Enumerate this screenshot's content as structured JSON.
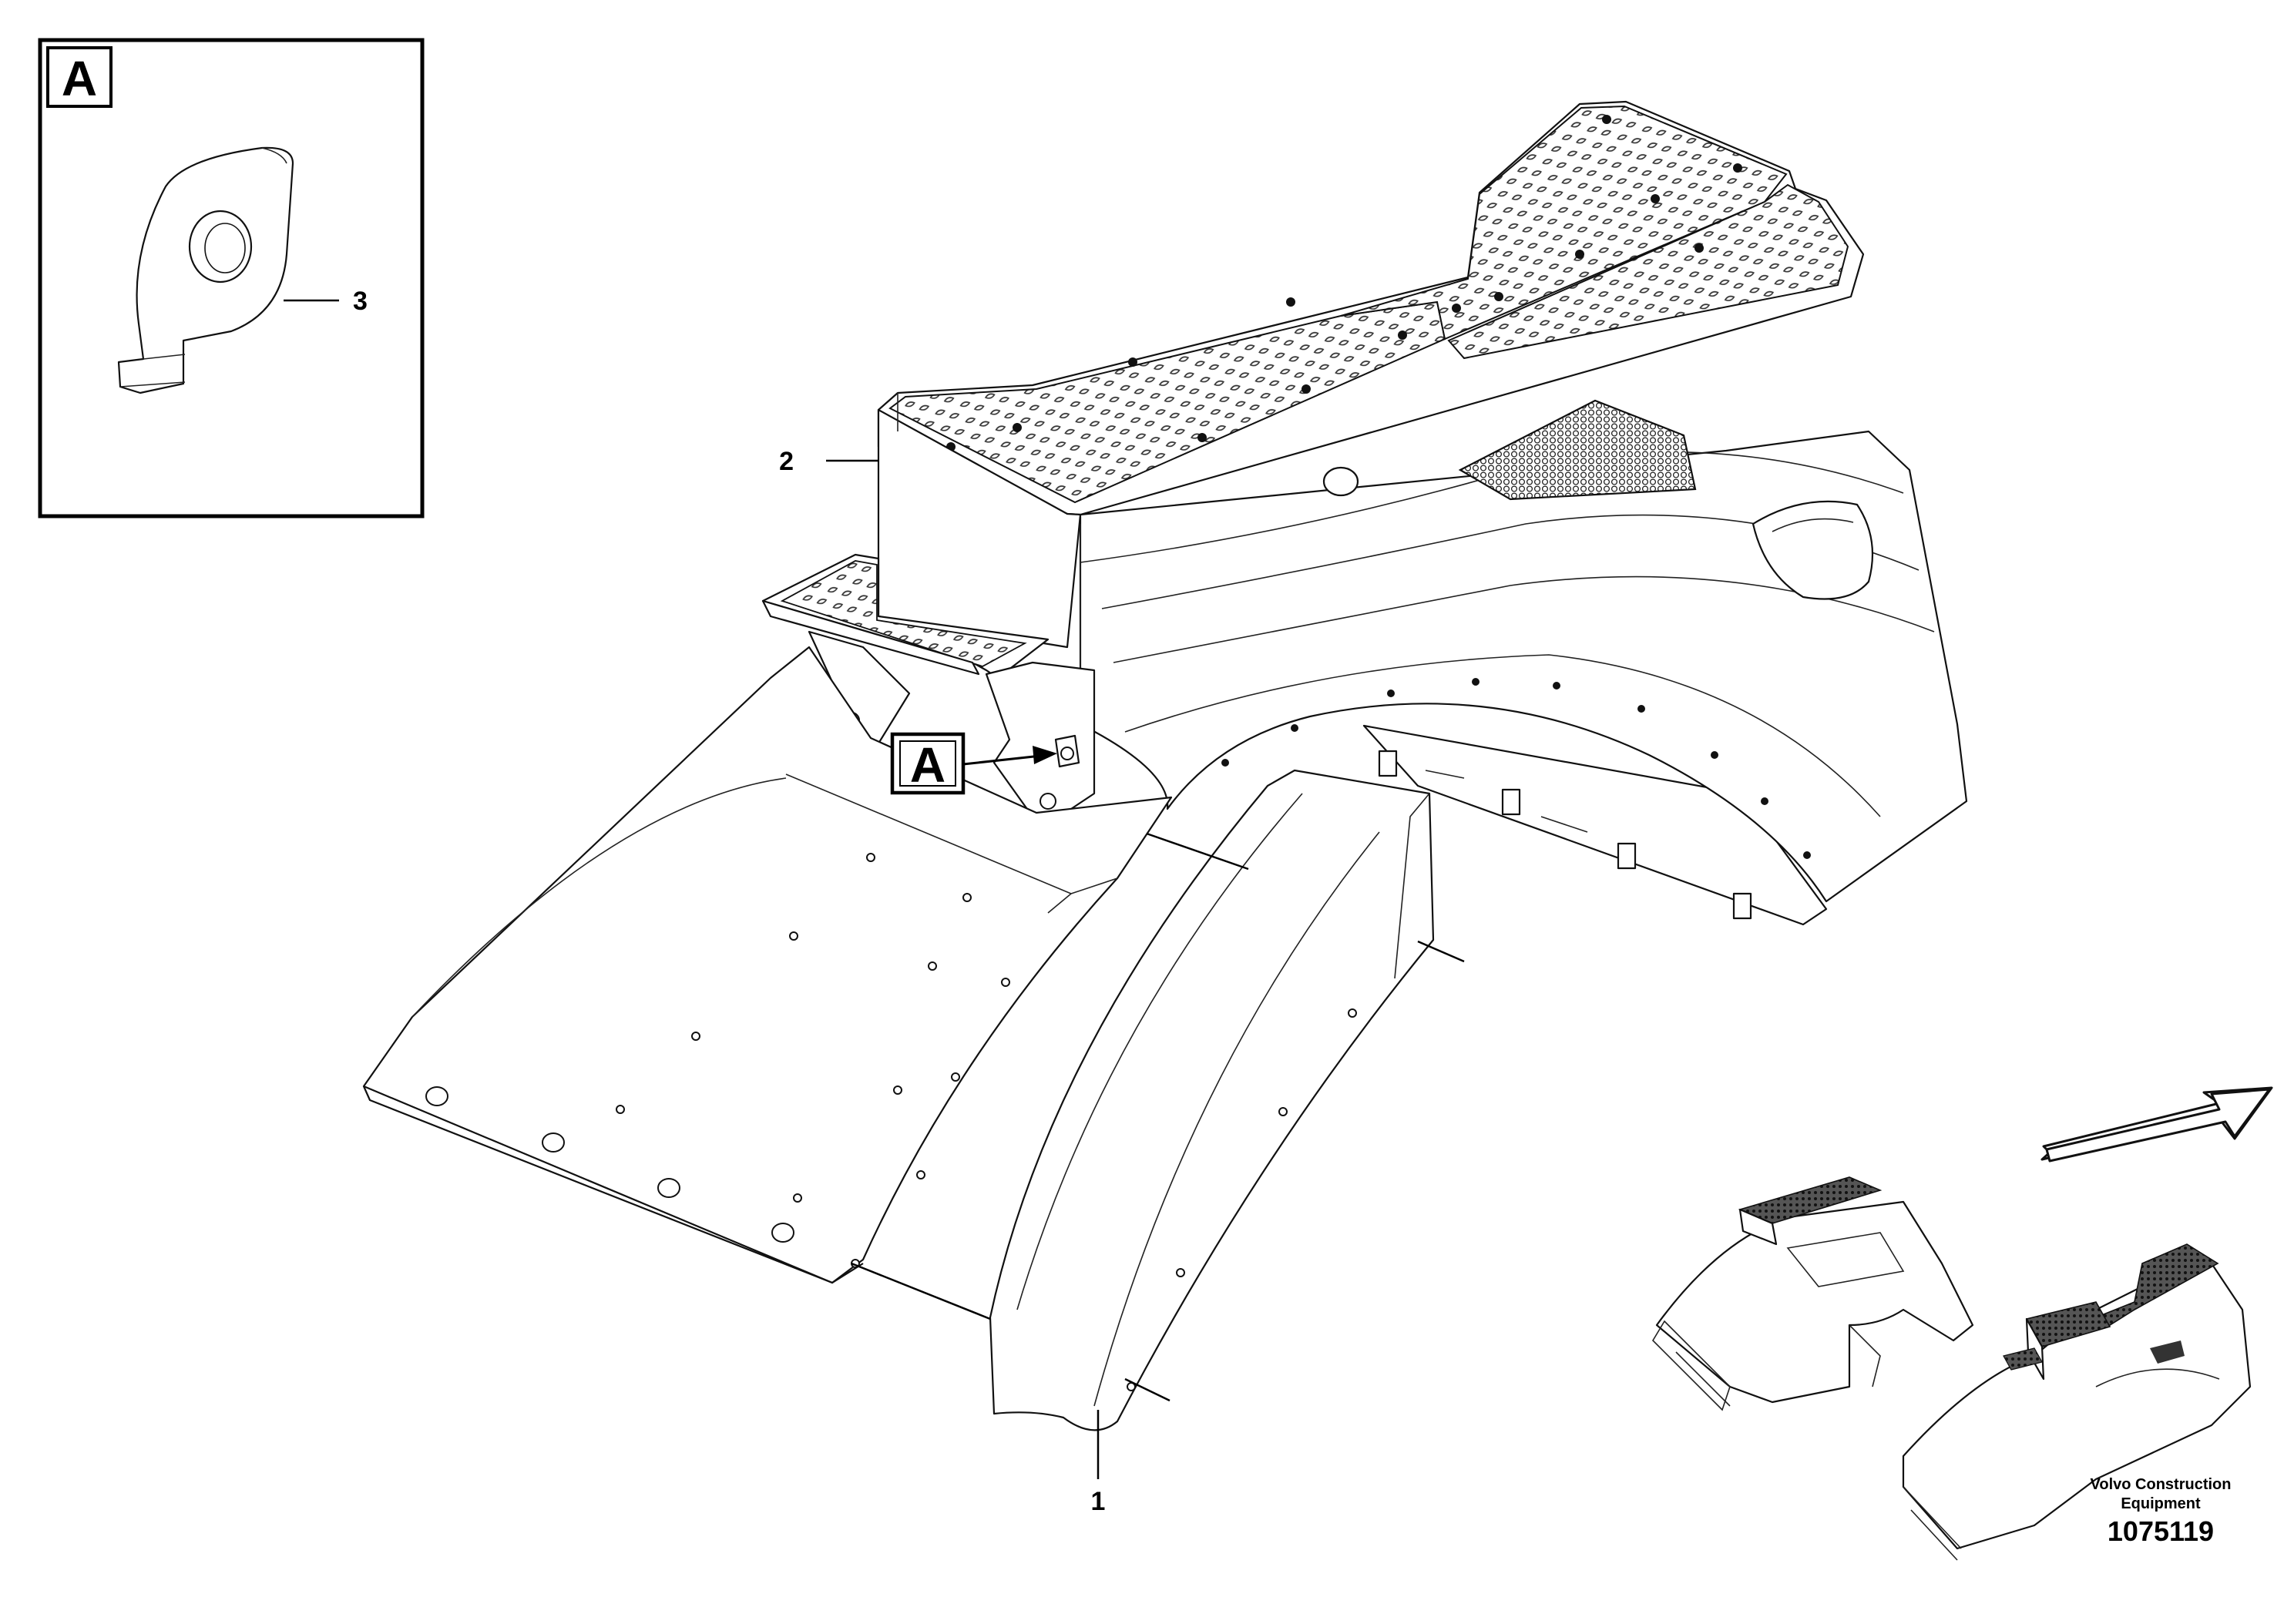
{
  "inset_label": "A",
  "callout_label": "A",
  "part_labels": {
    "part_1": "1",
    "part_2": "2",
    "part_3": "3"
  },
  "footer": {
    "brand_line1": "Volvo Construction",
    "brand_line2": "Equipment",
    "drawing_number": "1075119"
  },
  "colors": {
    "line": "#111111",
    "background": "#ffffff",
    "tread": "#222222"
  }
}
